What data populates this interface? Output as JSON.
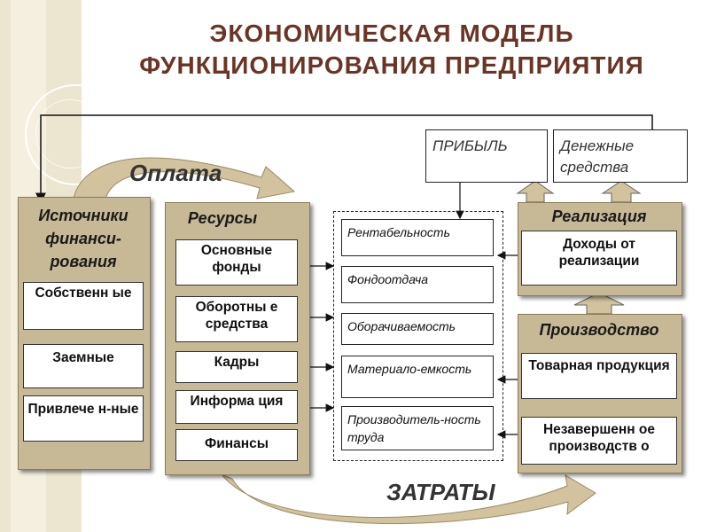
{
  "title": {
    "line1": "ЭКОНОМИЧЕСКАЯ МОДЕЛЬ",
    "line2": "ФУНКЦИОНИРОВАНИЯ ПРЕДПРИЯТИЯ"
  },
  "flows": {
    "payment": "Оплата",
    "costs": "ЗАТРАТЫ"
  },
  "top": {
    "profit": "ПРИБЫЛЬ",
    "cash": "Денежные средства"
  },
  "sources": {
    "title": "Источники финанси-рования",
    "items": [
      "Собственн ые",
      "Заемные",
      "Привлече н-ные"
    ]
  },
  "resources": {
    "title": "Ресурсы",
    "items": [
      "Основные фонды",
      "Оборотны е средства",
      "Кадры",
      "Информа ция",
      "Финансы"
    ]
  },
  "indicators": [
    "Рентабельность",
    "Фондоотдача",
    "Оборачиваемость",
    "Материало-емкость",
    "Производитель-ность труда"
  ],
  "sales": {
    "title": "Реализация",
    "item": "Доходы от реализации"
  },
  "production": {
    "title": "Производство",
    "items": [
      "Товарная продукция",
      "Незавершенн ое производств о"
    ]
  },
  "colors": {
    "title": "#6a3524",
    "panel": "#c8b996",
    "stripe": "#ece5cf",
    "flow_arrow": "#d2c39e"
  }
}
